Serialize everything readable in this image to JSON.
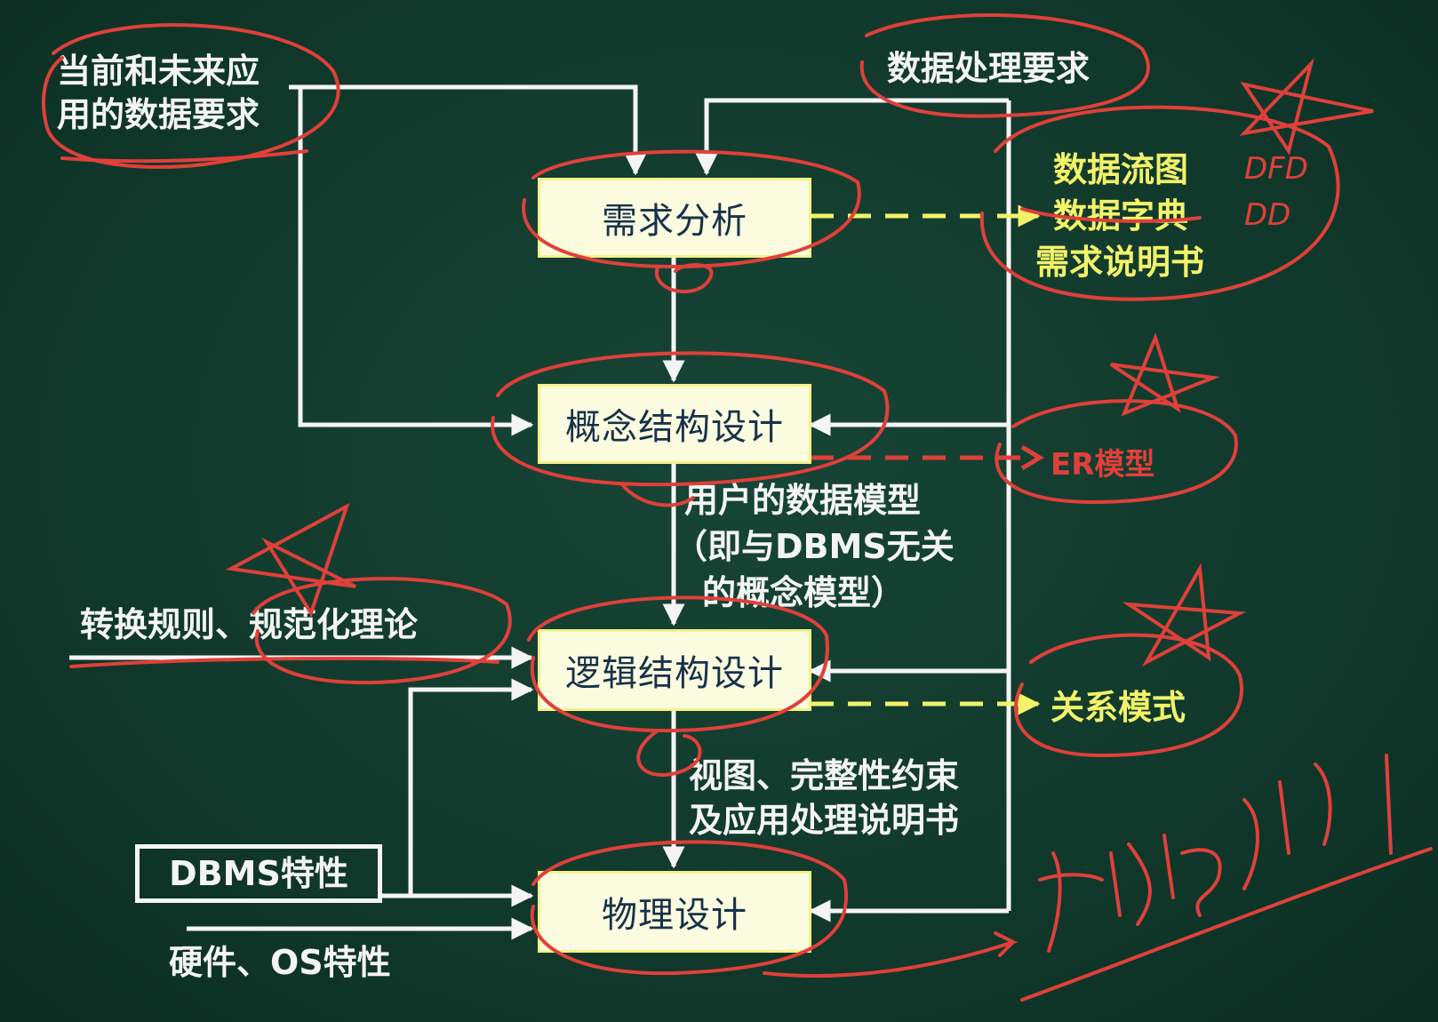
{
  "inputs": {
    "data_requirements": [
      "当前和未来应",
      "用的数据要求"
    ],
    "processing_requirements": "数据处理要求",
    "transform_rules": "转换规则、规范化理论",
    "dbms_features": "DBMS特性",
    "hardware_os": "硬件、OS特性"
  },
  "stages": {
    "requirements_analysis": "需求分析",
    "conceptual_design": "概念结构设计",
    "logical_design": "逻辑结构设计",
    "physical_design": "物理设计"
  },
  "outputs": {
    "requirements": [
      "数据流图",
      "数据字典",
      "需求说明书"
    ],
    "conceptual": "ER模型",
    "logical": "关系模式"
  },
  "notes": {
    "user_model": [
      "用户的数据模型",
      "（即与DBMS无关",
      "的概念模型）"
    ],
    "views": [
      "视图、完整性约束",
      "及应用处理说明书"
    ]
  },
  "handwriting": {
    "dfd": "DFD",
    "dd": "DD"
  },
  "colors": {
    "background": "#113a2c",
    "box_fill": "#fbfbe0",
    "box_border": "#f5f28a",
    "white_text": "#f4f4f4",
    "yellow_text": "#f3f36a",
    "red_ink": "#e0403a"
  }
}
